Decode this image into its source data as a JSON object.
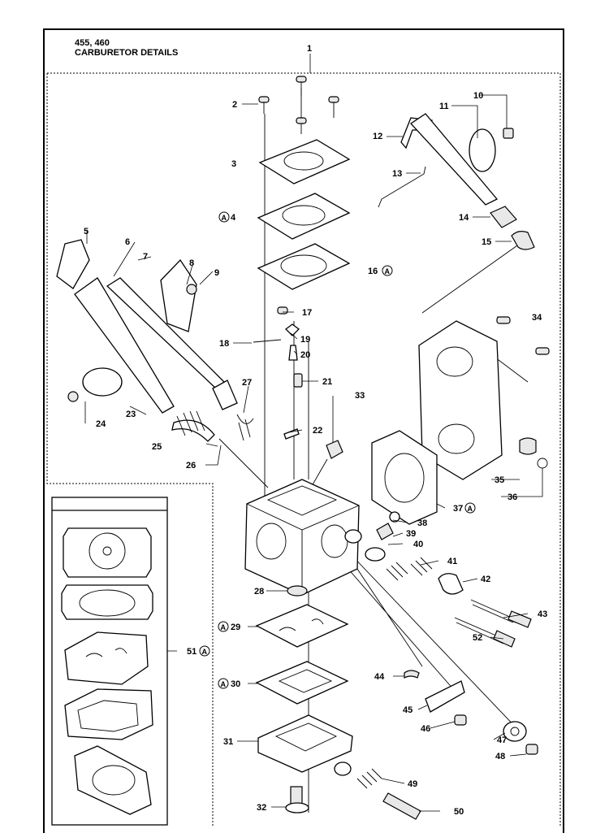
{
  "header": {
    "models": "455, 460",
    "title": "CARBURETOR DETAILS"
  },
  "kit_marker": "A",
  "callouts": {
    "c1": "1",
    "c2": "2",
    "c3": "3",
    "c4": "4",
    "c5": "5",
    "c6": "6",
    "c7": "7",
    "c8": "8",
    "c9": "9",
    "c10": "10",
    "c11": "11",
    "c12": "12",
    "c13": "13",
    "c14": "14",
    "c15": "15",
    "c16": "16",
    "c17": "17",
    "c18": "18",
    "c19": "19",
    "c20": "20",
    "c21": "21",
    "c22": "22",
    "c23": "23",
    "c24": "24",
    "c25": "25",
    "c26": "26",
    "c27": "27",
    "c28": "28",
    "c29": "29",
    "c30": "30",
    "c31": "31",
    "c32": "32",
    "c33": "33",
    "c34": "34",
    "c35": "35",
    "c36": "36",
    "c37": "37",
    "c38": "38",
    "c39": "39",
    "c40": "40",
    "c41": "41",
    "c42": "42",
    "c43": "43",
    "c44": "44",
    "c45": "45",
    "c46": "46",
    "c47": "47",
    "c48": "48",
    "c49": "49",
    "c50": "50",
    "c51": "51",
    "c52": "52"
  }
}
